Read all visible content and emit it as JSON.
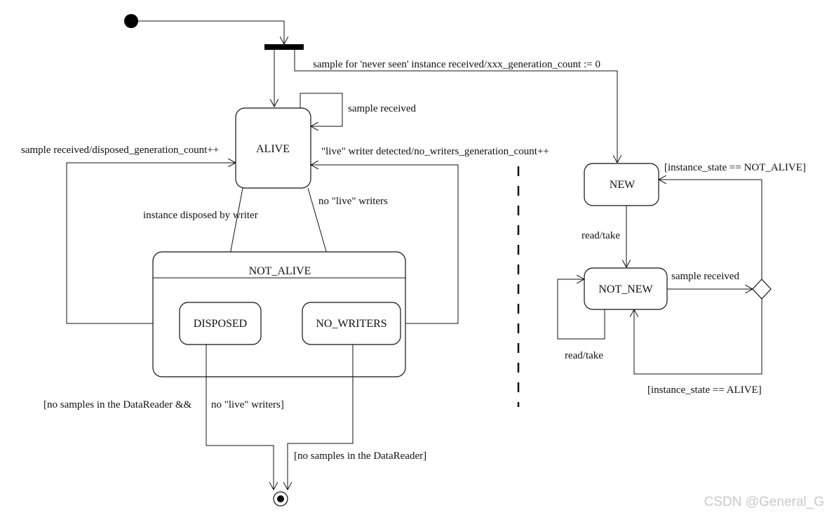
{
  "states": {
    "alive": "ALIVE",
    "not_alive": "NOT_ALIVE",
    "disposed": "DISPOSED",
    "no_writers": "NO_WRITERS",
    "new": "NEW",
    "not_new": "NOT_NEW"
  },
  "transitions": {
    "never_seen": "sample for 'never seen' instance received/xxx_generation_count := 0",
    "self_sample": "sample received",
    "disposed_back": "sample received/disposed_generation_count++",
    "live_writer": "\"live\" writer detected/no_writers_generation_count++",
    "disposed_by_writer": "instance disposed by writer",
    "no_live_writers": "no \"live\" writers",
    "final_disposed_1": "[no samples in the DataReader &&",
    "final_disposed_2": "no \"live\" writers]",
    "final_no_writers": "[no samples in the DataReader]",
    "read_take_1": "read/take",
    "read_take_2": "read/take",
    "not_new_sample": "sample received",
    "guard_not_alive": "[instance_state == NOT_ALIVE]",
    "guard_alive": "[instance_state == ALIVE]"
  },
  "watermark": "CSDN @General_G"
}
